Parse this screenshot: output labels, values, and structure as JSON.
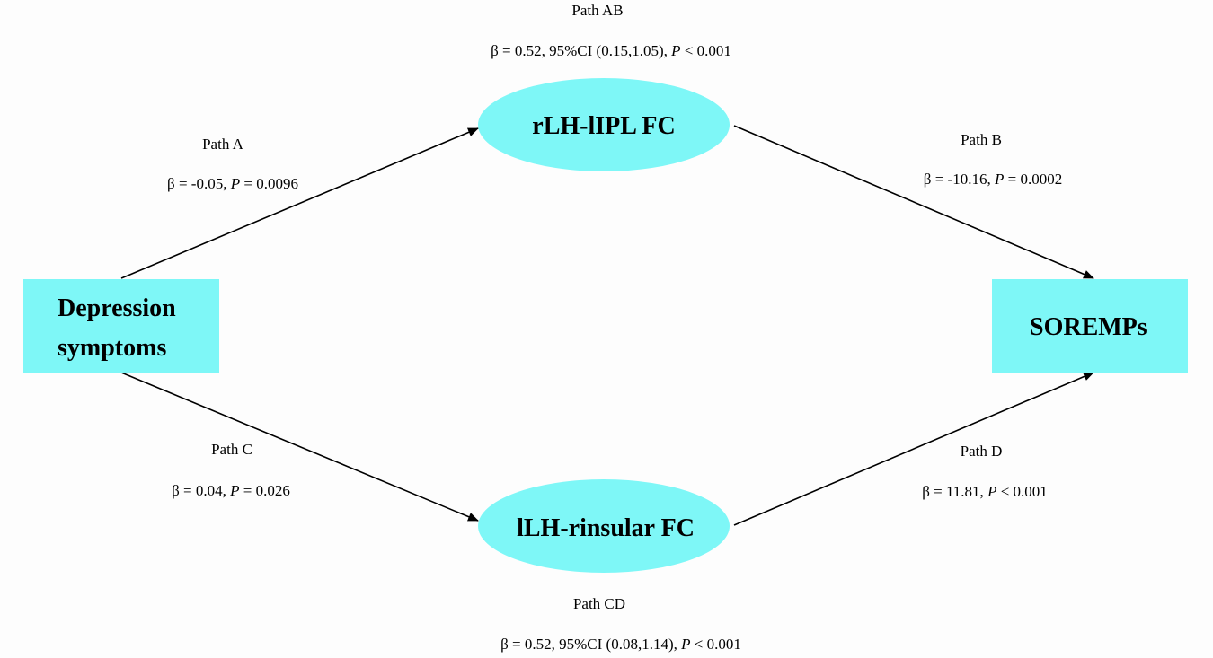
{
  "colors": {
    "node_fill": "#7ef7f7",
    "arrow": "#000000"
  },
  "nodes": {
    "depression": {
      "line1": "Depression",
      "line2": "symptoms"
    },
    "sorem": {
      "label": "SOREMPs"
    },
    "mediator_top": {
      "label": "rLH-lIPL FC"
    },
    "mediator_bottom": {
      "label": "lLH-rinsular FC"
    }
  },
  "paths": {
    "ab": {
      "name": "Path AB",
      "beta": "β = 0.52, 95%CI (0.15,1.05), ",
      "p_symbol": "P",
      "p_rest": " < 0.001"
    },
    "a": {
      "name": "Path A",
      "beta": "β = -0.05, ",
      "p_symbol": "P",
      "p_rest": " = 0.0096"
    },
    "b": {
      "name": "Path B",
      "beta": "β = -10.16, ",
      "p_symbol": "P",
      "p_rest": " = 0.0002"
    },
    "c": {
      "name": "Path C",
      "beta": "β = 0.04, ",
      "p_symbol": "P",
      "p_rest": " = 0.026"
    },
    "d": {
      "name": "Path D",
      "beta": "β = 11.81, ",
      "p_symbol": "P",
      "p_rest": " < 0.001"
    },
    "cd": {
      "name": "Path CD",
      "beta": "β = 0.52, 95%CI (0.08,1.14), ",
      "p_symbol": "P",
      "p_rest": " < 0.001"
    }
  }
}
